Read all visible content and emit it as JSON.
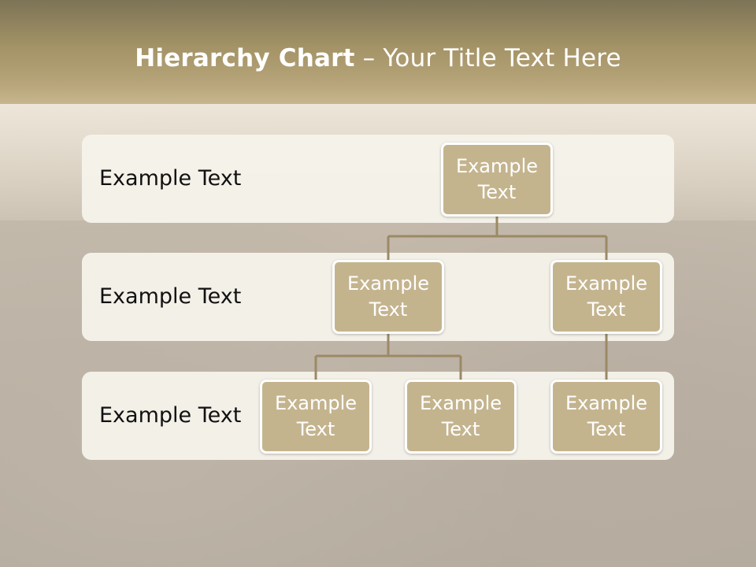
{
  "slide": {
    "title_bold": "Hierarchy Chart",
    "title_rest": " – Your Title Text Here"
  },
  "bands": [
    {
      "label": "Example Text"
    },
    {
      "label": "Example Text"
    },
    {
      "label": "Example Text"
    }
  ],
  "nodes": {
    "root": {
      "line1": "Example",
      "line2": "Text"
    },
    "level2_left": {
      "line1": "Example",
      "line2": "Text"
    },
    "level2_right": {
      "line1": "Example",
      "line2": "Text"
    },
    "level3_a": {
      "line1": "Example",
      "line2": "Text"
    },
    "level3_b": {
      "line1": "Example",
      "line2": "Text"
    },
    "level3_c": {
      "line1": "Example",
      "line2": "Text"
    }
  },
  "colors": {
    "title_bar": "#a39366",
    "node_fill": "#c4b48e",
    "connector": "#9b8a66",
    "band_fill": "#f5f2ea"
  }
}
